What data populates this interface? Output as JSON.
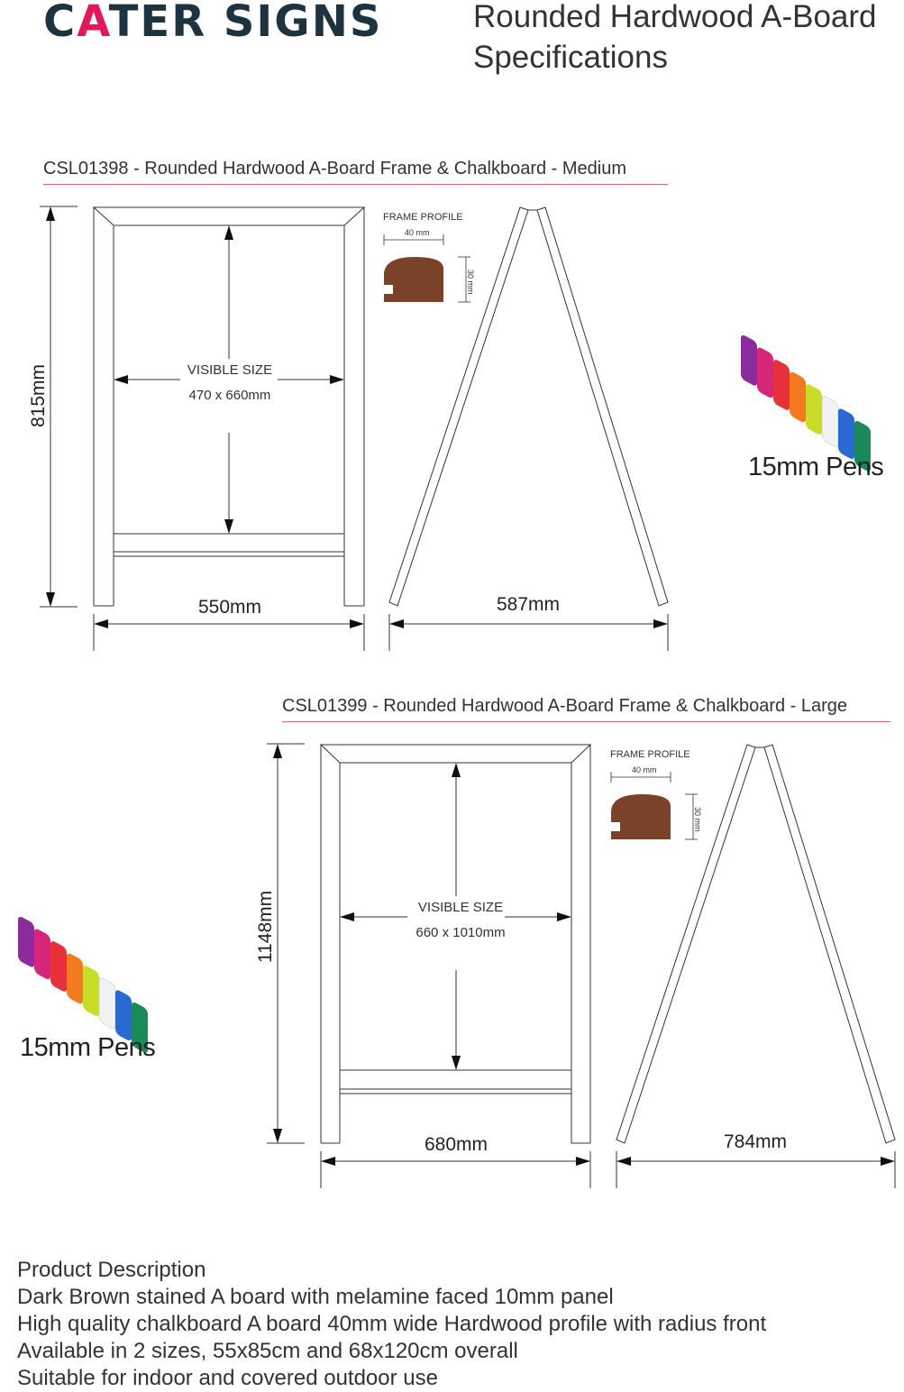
{
  "brand": {
    "logo_text_a": "C",
    "logo_text_accent": "A",
    "logo_text_b": "TER SIGNS"
  },
  "header": {
    "title_line1": "Rounded Hardwood A-Board",
    "title_line2": "Specifications"
  },
  "products": [
    {
      "heading": "CSL01398 - Rounded Hardwood A-Board Frame & Chalkboard - Medium",
      "height": "815mm",
      "width": "550mm",
      "depth": "587mm",
      "visible_label": "VISIBLE SIZE",
      "visible_size": "470 x 660mm",
      "frame_profile_label": "FRAME PROFILE",
      "profile_width": "40 mm",
      "profile_height": "30 mm",
      "pens_label": "15mm Pens"
    },
    {
      "heading": "CSL01399 - Rounded Hardwood A-Board Frame & Chalkboard - Large",
      "height": "1148mm",
      "width": "680mm",
      "depth": "784mm",
      "visible_label": "VISIBLE SIZE",
      "visible_size": "660 x 1010mm",
      "frame_profile_label": "FRAME PROFILE",
      "profile_width": "40 mm",
      "profile_height": "30 mm",
      "pens_label": "15mm Pens"
    }
  ],
  "description": {
    "heading": "Product Description",
    "lines": [
      "Dark Brown stained A board with melamine faced 10mm panel",
      "High quality chalkboard A board 40mm wide Hardwood profile with radius front",
      "Available in 2 sizes, 55x85cm and 68x120cm overall",
      "Suitable for indoor and covered outdoor use"
    ]
  },
  "colors": {
    "brand_dark": "#1d3340",
    "brand_accent": "#e2185b",
    "heading_rule": "#e06a7d",
    "wood": "#7a4228",
    "pens": [
      "#8a2c9c",
      "#d6267a",
      "#e8303a",
      "#f47a20",
      "#c8dc28",
      "#ffffff",
      "#2a6ad0",
      "#1a8a5a"
    ]
  },
  "icons": [
    "pen-set-image",
    "frame-profile-shape"
  ]
}
